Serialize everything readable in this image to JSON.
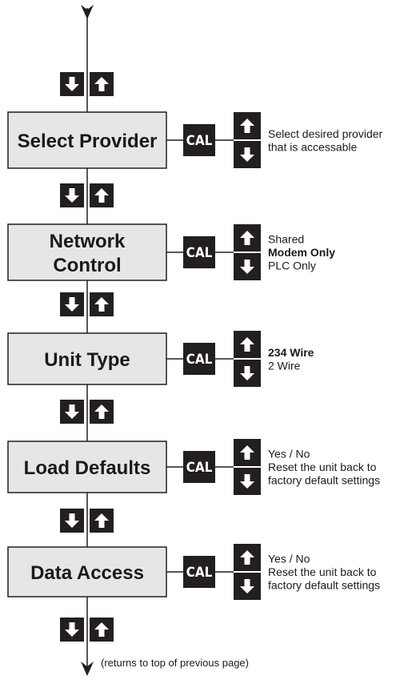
{
  "cal_label": "CAL",
  "colors": {
    "box_fill": "#e6e6e6",
    "key_fill": "#231f20",
    "line": "#231f20"
  },
  "icons": {
    "up": "up-arrow-icon",
    "down": "down-arrow-icon"
  },
  "steps": [
    {
      "title_lines": [
        "Select Provider"
      ],
      "desc": [
        "Select desired provider",
        "that is accessable"
      ],
      "bold_desc": []
    },
    {
      "title_lines": [
        "Network",
        "Control"
      ],
      "desc": [
        "Shared",
        "Modem Only",
        "PLC Only"
      ],
      "bold_desc": [
        1
      ]
    },
    {
      "title_lines": [
        "Unit Type"
      ],
      "desc": [
        "234 Wire",
        "2 Wire"
      ],
      "bold_desc": [
        0
      ]
    },
    {
      "title_lines": [
        "Load Defaults"
      ],
      "desc": [
        "Yes / No",
        "Reset the unit back to",
        "factory default settings"
      ],
      "bold_desc": []
    },
    {
      "title_lines": [
        "Data Access"
      ],
      "desc": [
        "Yes / No",
        "Reset the unit back to",
        "factory default settings"
      ],
      "bold_desc": []
    }
  ],
  "footer_note": "(returns to top of previous page)"
}
